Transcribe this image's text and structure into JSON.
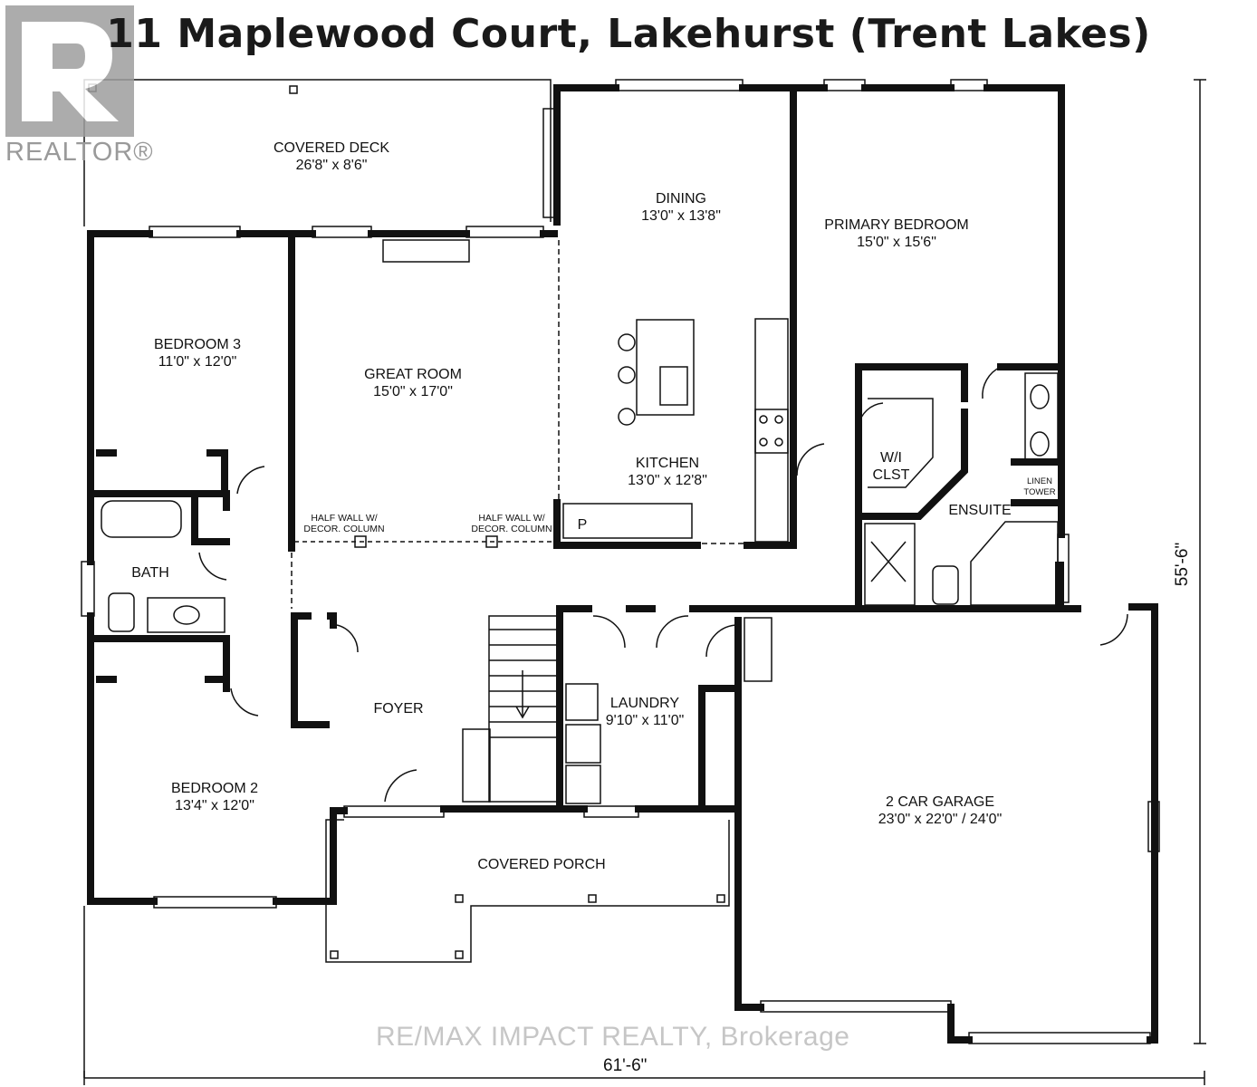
{
  "title": "11 Maplewood Court, Lakehurst (Trent Lakes)",
  "watermark": {
    "logo_text": "REALTOR®",
    "brokerage": "RE/MAX IMPACT REALTY, Brokerage"
  },
  "rooms": {
    "covered_deck": {
      "name": "COVERED DECK",
      "size": "26'8\" x 8'6\""
    },
    "dining": {
      "name": "DINING",
      "size": "13'0\" x 13'8\""
    },
    "primary_bedroom": {
      "name": "PRIMARY BEDROOM",
      "size": "15'0\" x 15'6\""
    },
    "bedroom3": {
      "name": "BEDROOM 3",
      "size": "11'0\" x 12'0\""
    },
    "great_room": {
      "name": "GREAT ROOM",
      "size": "15'0\" x 17'0\""
    },
    "kitchen": {
      "name": "KITCHEN",
      "size": "13'0\" x 12'8\""
    },
    "wi_closet": {
      "name": "W/I",
      "name2": "CLST"
    },
    "linen": {
      "line1": "LINEN",
      "line2": "TOWER"
    },
    "ensuite": {
      "name": "ENSUITE"
    },
    "half_wall_left": {
      "line1": "HALF WALL W/",
      "line2": "DECOR. COLUMN"
    },
    "half_wall_right": {
      "line1": "HALF WALL W/",
      "line2": "DECOR. COLUMN"
    },
    "pantry": {
      "name": "P"
    },
    "bath": {
      "name": "BATH"
    },
    "foyer": {
      "name": "FOYER"
    },
    "laundry": {
      "name": "LAUNDRY",
      "size": "9'10\" x 11'0\""
    },
    "bedroom2": {
      "name": "BEDROOM 2",
      "size": "13'4\" x 12'0\""
    },
    "garage": {
      "name": "2 CAR GARAGE",
      "size": "23'0\" x 22'0\" / 24'0\""
    },
    "covered_porch": {
      "name": "COVERED PORCH"
    }
  },
  "dimensions": {
    "depth": "55'-6\"",
    "width": "61'-6\""
  }
}
